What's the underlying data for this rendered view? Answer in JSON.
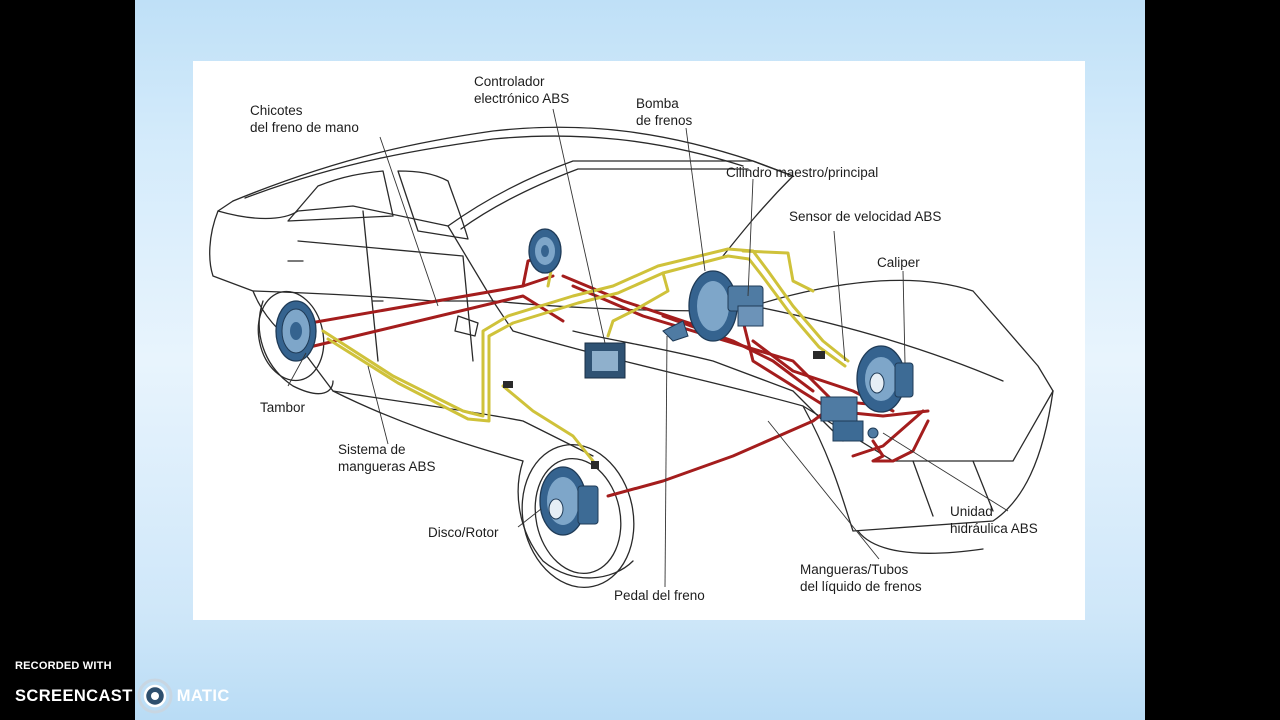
{
  "labels": {
    "handbrake_cables": "Chicotes\ndel freno de mano",
    "abs_controller": "Controlador\nelectrónico ABS",
    "brake_pump": "Bomba\nde frenos",
    "master_cylinder": "Cilindro maestro/principal",
    "abs_speed_sensor": "Sensor de velocidad ABS",
    "caliper": "Caliper",
    "drum": "Tambor",
    "abs_hose_system": "Sistema de\nmangueras ABS",
    "disc_rotor": "Disco/Rotor",
    "abs_hydraulic_unit": "Unidad\nhidráulica ABS",
    "brake_fluid_lines": "Mangueras/Tubos\ndel líquido de frenos",
    "brake_pedal": "Pedal del freno"
  },
  "watermark": {
    "top": "RECORDED WITH",
    "left": "SCREENCAST",
    "right": "MATIC"
  },
  "colors": {
    "brake_line": "#a41d1d",
    "abs_line": "#cfc23a",
    "component": "#35638f",
    "outline": "#2a2a2a"
  }
}
